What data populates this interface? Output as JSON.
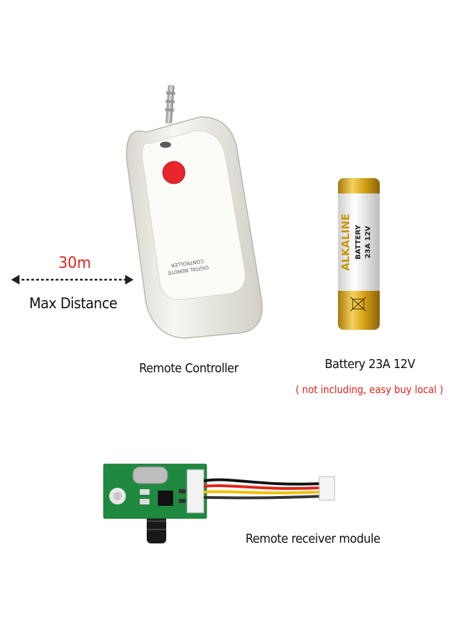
{
  "distance": {
    "value": "30m",
    "label": "Max Distance"
  },
  "remote": {
    "caption": "Remote Controller",
    "imprint": [
      "DIGITAL REMOTE",
      "CONTROLLER"
    ]
  },
  "battery": {
    "caption": "Battery 23A 12V",
    "note": "( not including, easy buy local )",
    "print": {
      "brand": "ALKALINE",
      "type": "BATTERY",
      "model": "23A 12V"
    }
  },
  "receiver": {
    "caption": "Remote receiver module"
  },
  "colors": {
    "accent_red": "#e2231a",
    "remote_button": "#e8262c",
    "pcb_green": "#1f8a3f",
    "battery_gold": "#d9a71a"
  }
}
